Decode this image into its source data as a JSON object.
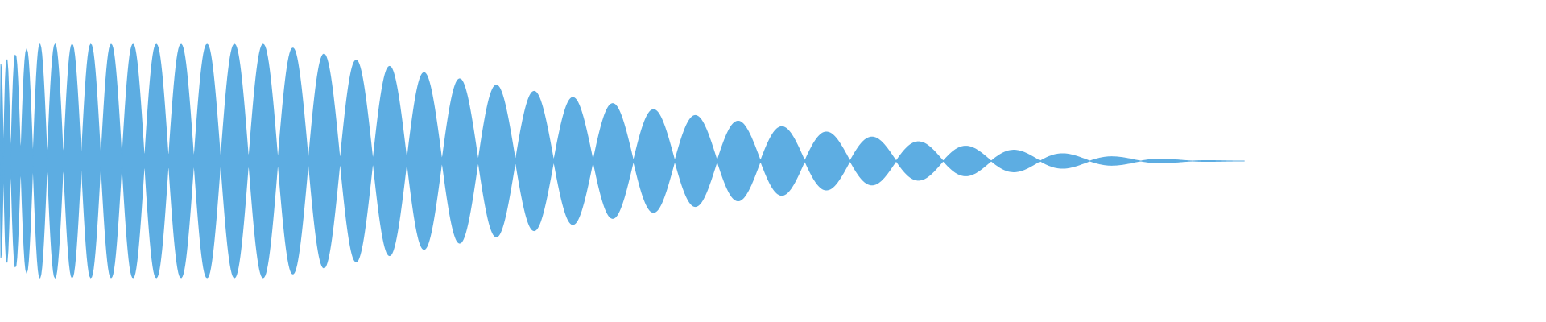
{
  "waveform": {
    "fill_color": "#5DADE2",
    "background_color": "#FFFFFF",
    "amplitude_envelope": {
      "start": 1.0,
      "plateau_until": 0.22,
      "end": 0.0,
      "decay_shape": "convex"
    },
    "oscillation": {
      "cycles_visible": 38,
      "frequency_trend": "decreasing",
      "phase": "symmetric"
    },
    "extent": {
      "start_fraction": 0.0,
      "end_fraction": 0.805
    }
  }
}
